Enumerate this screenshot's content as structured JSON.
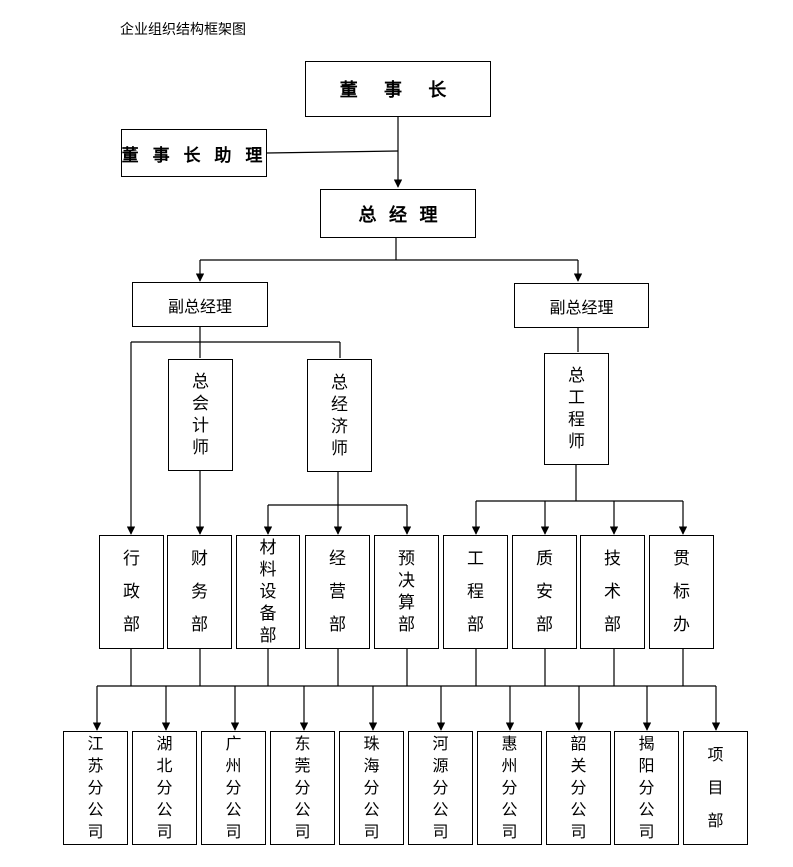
{
  "title": "企业组织结构框架图",
  "chairman": "董 事 长",
  "chairman_assistant": "董 事 长 助 理",
  "general_manager": "总  经  理",
  "deputy_left": "副总经理",
  "deputy_right": "副总经理",
  "chief_accountant": [
    "总",
    "会",
    "计",
    "师"
  ],
  "chief_economist": [
    "总",
    "经",
    "济",
    "师"
  ],
  "chief_engineer": [
    "总",
    "工",
    "程",
    "师"
  ],
  "departments": [
    [
      "行",
      "政",
      "部"
    ],
    [
      "财",
      "务",
      "部"
    ],
    [
      "材",
      "料",
      "设",
      "备",
      "部"
    ],
    [
      "经",
      "营",
      "部"
    ],
    [
      "预",
      "决",
      "算",
      "部"
    ],
    [
      "工",
      "程",
      "部"
    ],
    [
      "质",
      "安",
      "部"
    ],
    [
      "技",
      "术",
      "部"
    ],
    [
      "贯",
      "标",
      "办"
    ]
  ],
  "branches": [
    [
      "江",
      "苏",
      "分",
      "公",
      "司"
    ],
    [
      "湖",
      "北",
      "分",
      "公",
      "司"
    ],
    [
      "广",
      "州",
      "分",
      "公",
      "司"
    ],
    [
      "东",
      "莞",
      "分",
      "公",
      "司"
    ],
    [
      "珠",
      "海",
      "分",
      "公",
      "司"
    ],
    [
      "河",
      "源",
      "分",
      "公",
      "司"
    ],
    [
      "惠",
      "州",
      "分",
      "公",
      "司"
    ],
    [
      "韶",
      "关",
      "分",
      "公",
      "司"
    ],
    [
      "揭",
      "阳",
      "分",
      "公",
      "司"
    ],
    [
      "项",
      "目",
      "部"
    ]
  ]
}
